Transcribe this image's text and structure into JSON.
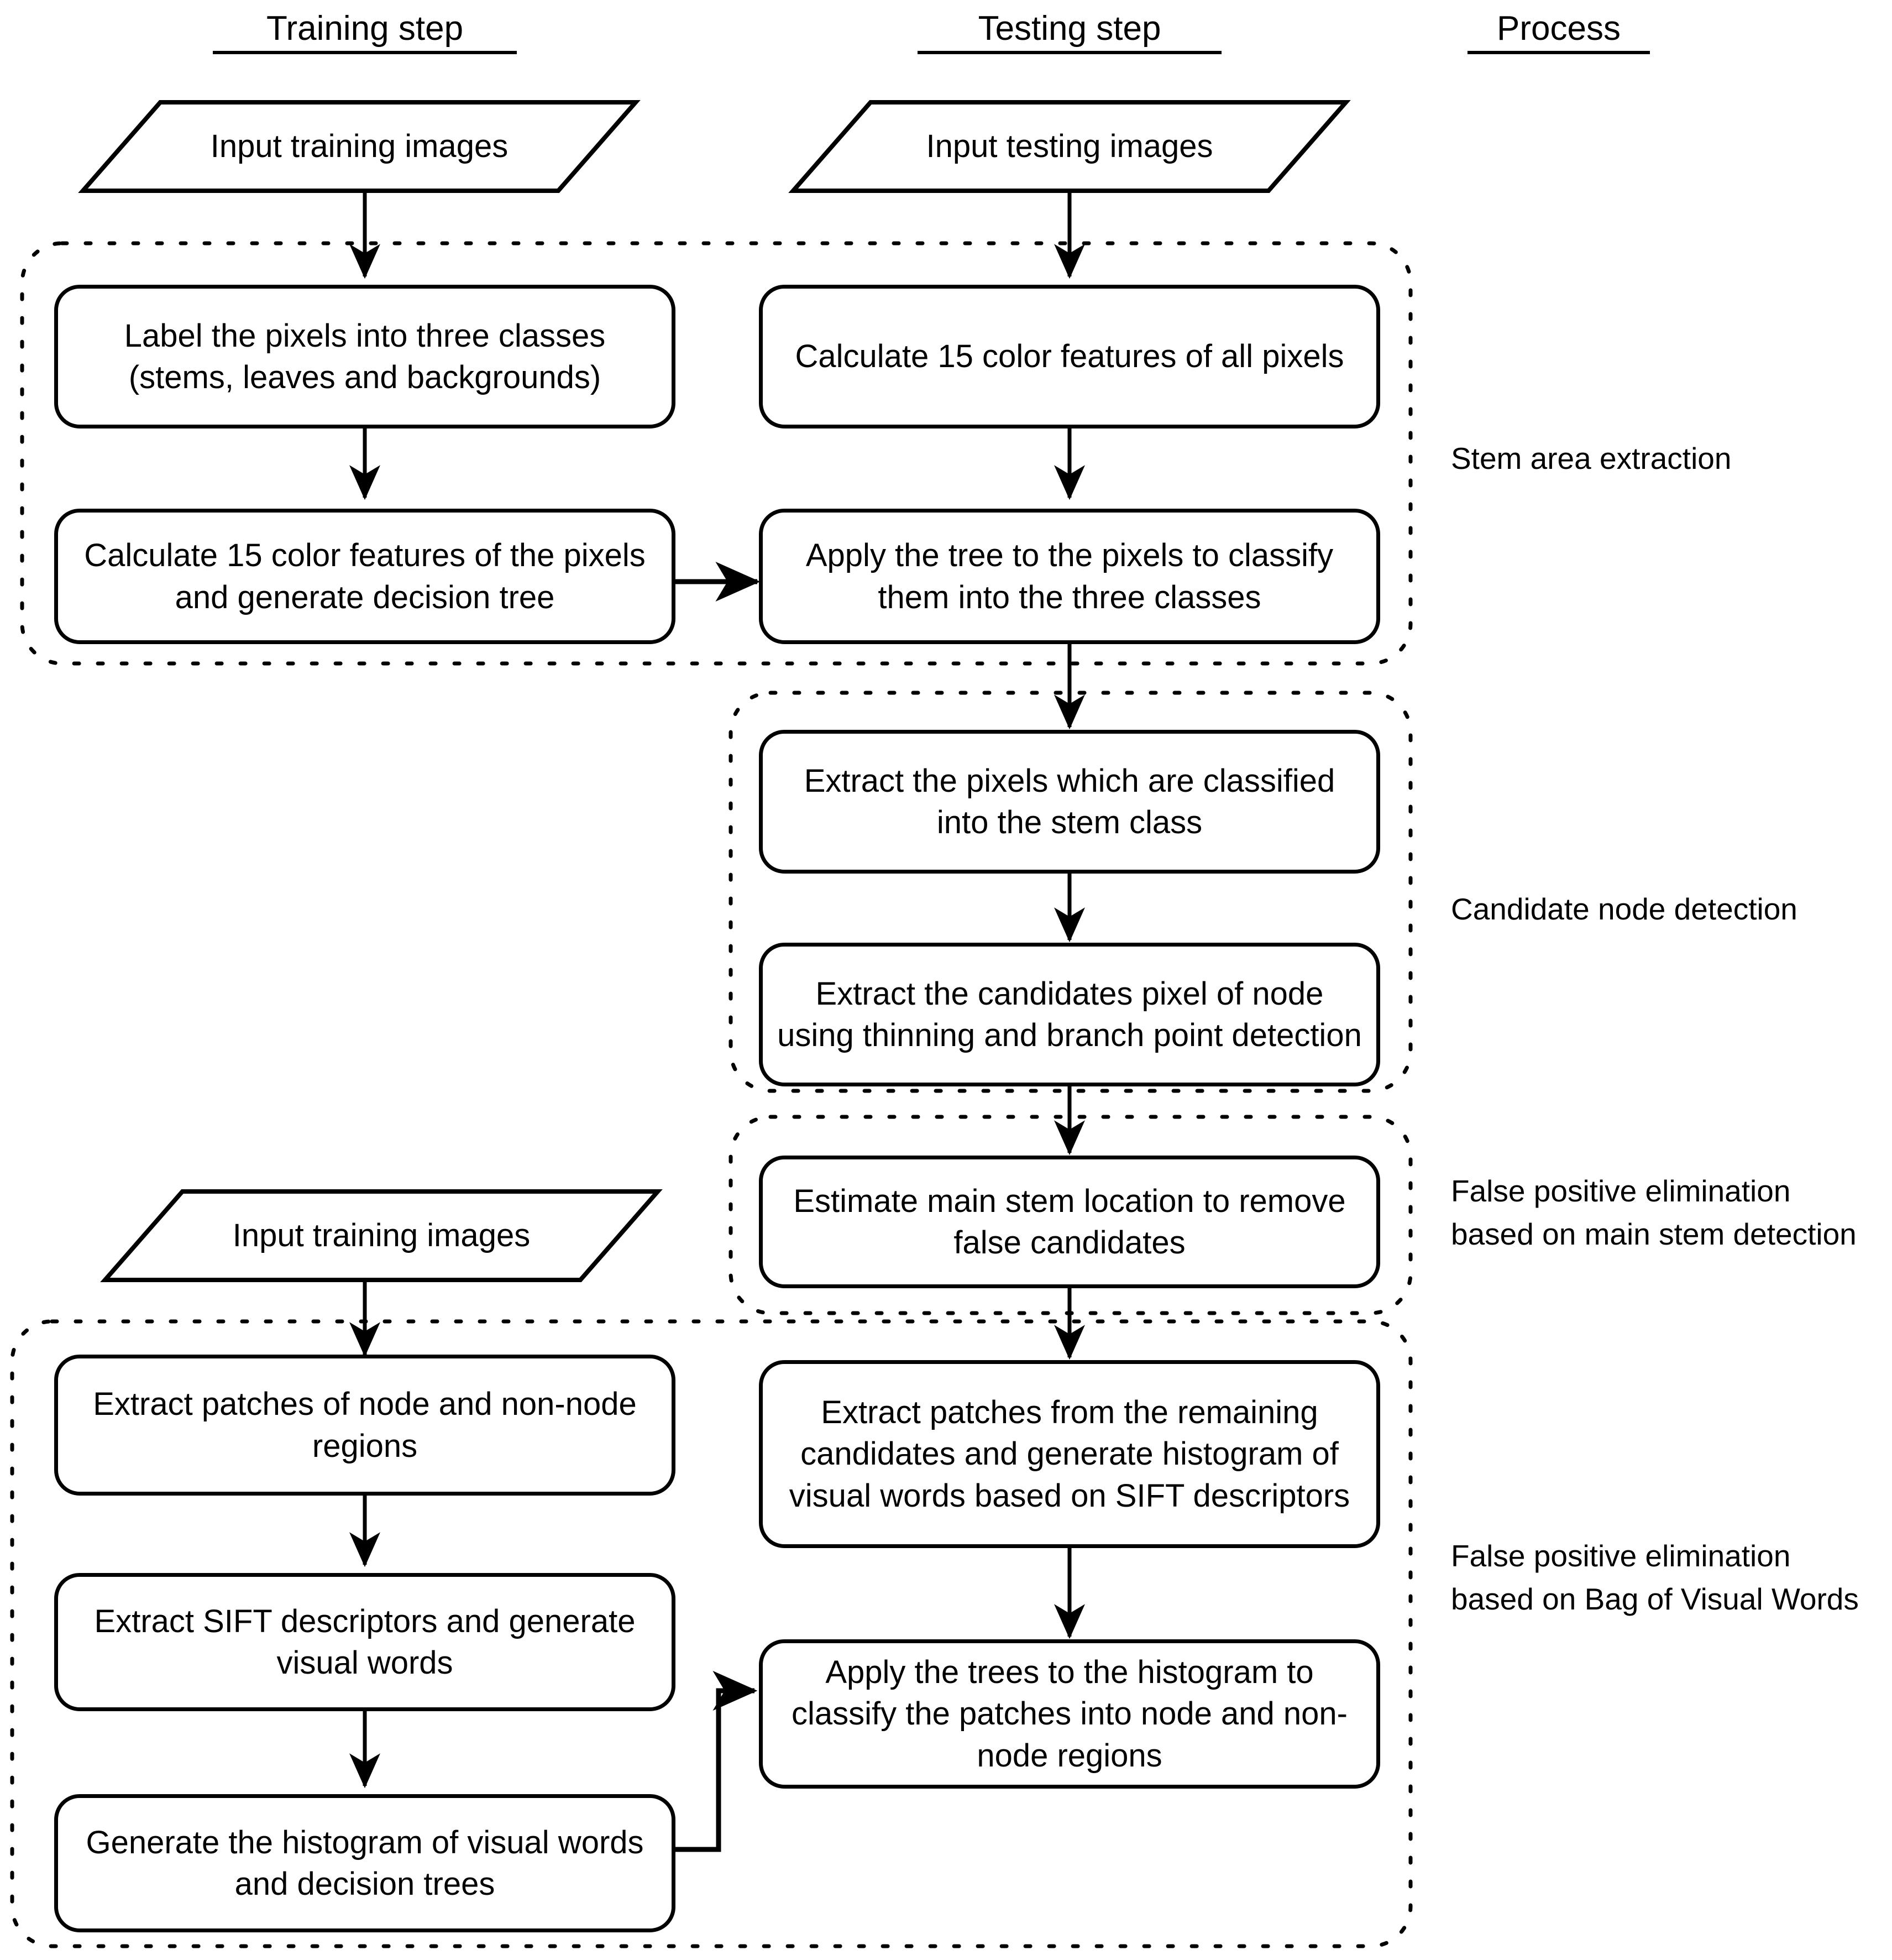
{
  "headers": [
    {
      "id": "training-step",
      "label": "Training step"
    },
    {
      "id": "testing-step",
      "label": "Testing step"
    },
    {
      "id": "process",
      "label": "Process"
    }
  ],
  "inputs": [
    {
      "id": "input-training-images-top",
      "label": "Input training images"
    },
    {
      "id": "input-testing-images",
      "label": "Input testing images"
    },
    {
      "id": "input-training-images-bottom",
      "label": "Input training images"
    }
  ],
  "training_boxes": [
    {
      "id": "label-pixels",
      "label": "Label the pixels into three classes (stems, leaves and backgrounds)"
    },
    {
      "id": "calc-color-features-train",
      "label": "Calculate 15 color features of the pixels and generate decision tree"
    },
    {
      "id": "extract-patches-node",
      "label": "Extract patches of node and non-node regions"
    },
    {
      "id": "extract-sift",
      "label": "Extract SIFT descriptors and generate visual words"
    },
    {
      "id": "generate-histogram",
      "label": "Generate the histogram of visual words and decision trees"
    }
  ],
  "testing_boxes": [
    {
      "id": "calc-color-features-test",
      "label": "Calculate 15 color features of all pixels"
    },
    {
      "id": "apply-tree-pixels",
      "label": "Apply the tree to the pixels to classify them into the three classes"
    },
    {
      "id": "extract-stem-pixels",
      "label": "Extract the pixels which are classified into the stem class"
    },
    {
      "id": "extract-candidates",
      "label": "Extract the candidates pixel of node using thinning and branch point detection"
    },
    {
      "id": "estimate-main-stem",
      "label": "Estimate main stem location to remove false candidates"
    },
    {
      "id": "extract-patches-remaining",
      "label": "Extract patches from the remaining candidates and generate histogram of visual words based on SIFT descriptors"
    },
    {
      "id": "apply-trees-histogram",
      "label": "Apply the trees to the histogram to classify the patches into node and non-node regions"
    }
  ],
  "process_labels": [
    {
      "id": "stem-area-extraction",
      "label": "Stem area extraction"
    },
    {
      "id": "candidate-node-detection",
      "label": "Candidate node detection"
    },
    {
      "id": "false-positive-main-stem",
      "label": "False positive elimination\nbased on main stem detection"
    },
    {
      "id": "false-positive-bovw",
      "label": "False positive elimination\nbased on Bag of Visual Words"
    }
  ],
  "colors": {
    "stroke": "#000000",
    "background": "#ffffff"
  }
}
